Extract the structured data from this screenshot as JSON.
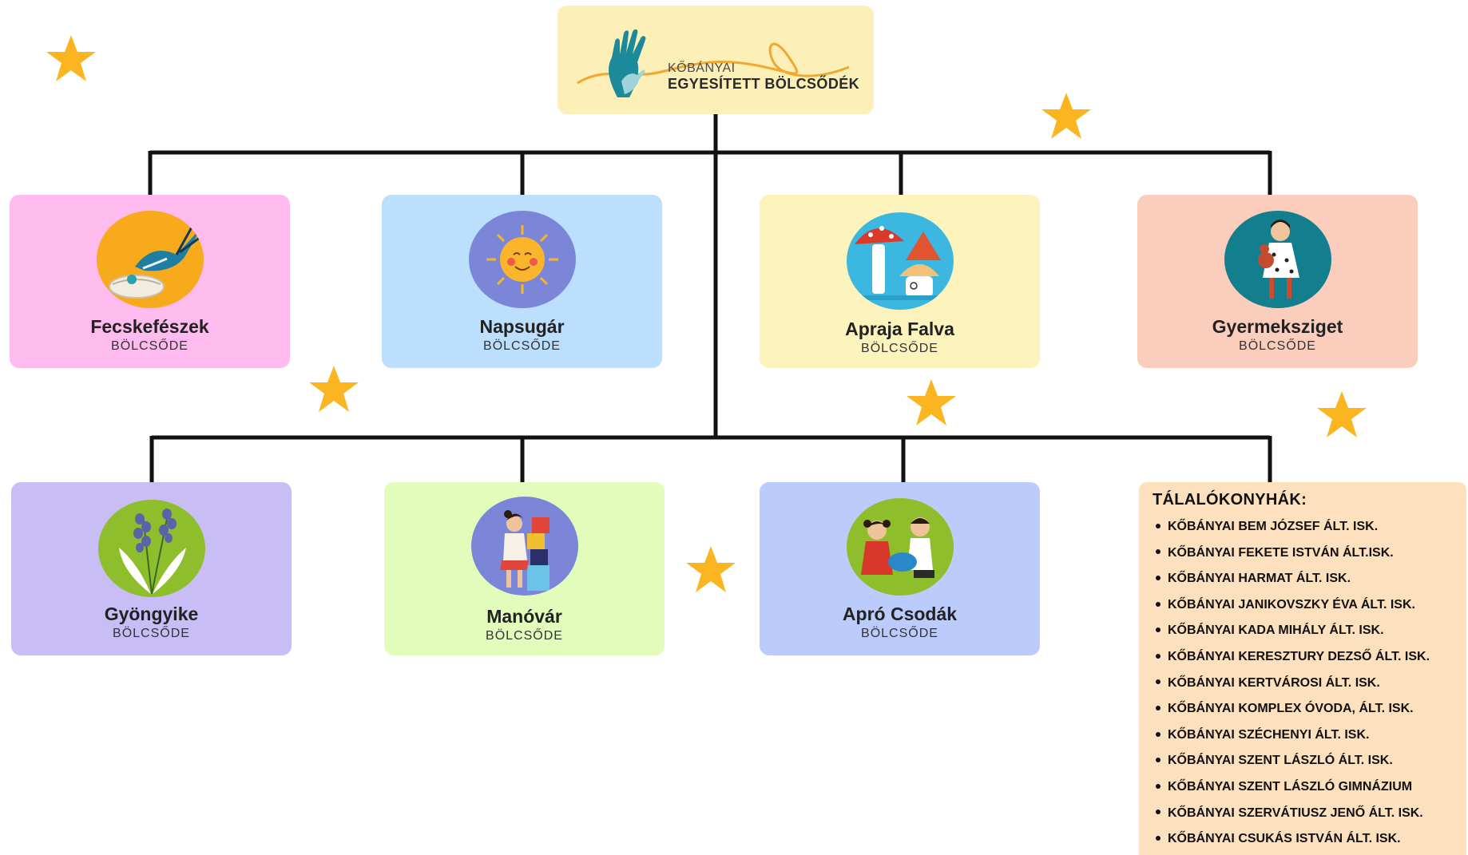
{
  "org": {
    "name_line1": "KŐBÁNYAI",
    "name_line2": "EGYESÍTETT BÖLCSŐDÉK"
  },
  "nurseries": [
    {
      "name": "Fecskefészek",
      "type": "BÖLCSŐDE",
      "color": "#fdbbee",
      "emblem": "swallow-nest-icon"
    },
    {
      "name": "Napsugár",
      "type": "BÖLCSŐDE",
      "color": "#bcdffd",
      "emblem": "sun-icon"
    },
    {
      "name": "Apraja Falva",
      "type": "BÖLCSŐDE",
      "color": "#fcf4bc",
      "emblem": "mushroom-house-icon"
    },
    {
      "name": "Gyermeksziget",
      "type": "BÖLCSŐDE",
      "color": "#fbcdbd",
      "emblem": "child-teddy-icon"
    },
    {
      "name": "Gyöngyike",
      "type": "BÖLCSŐDE",
      "color": "#c8bdf5",
      "emblem": "lily-of-the-valley-icon"
    },
    {
      "name": "Manóvár",
      "type": "BÖLCSŐDE",
      "color": "#e2fcbc",
      "emblem": "child-blocks-icon"
    },
    {
      "name": "Apró Csodák",
      "type": "BÖLCSŐDE",
      "color": "#bbccfc",
      "emblem": "children-playing-icon"
    }
  ],
  "kitchens": {
    "title": "TÁLALÓKONYHÁK:",
    "items": [
      "KŐBÁNYAI BEM JÓZSEF ÁLT. ISK.",
      "KŐBÁNYAI FEKETE ISTVÁN ÁLT.ISK.",
      "KŐBÁNYAI HARMAT ÁLT. ISK.",
      "KŐBÁNYAI JANIKOVSZKY ÉVA ÁLT. ISK.",
      "KŐBÁNYAI KADA MIHÁLY ÁLT. ISK.",
      "KŐBÁNYAI KERESZTURY DEZSŐ ÁLT. ISK.",
      "KŐBÁNYAI KERTVÁROSI ÁLT. ISK.",
      "KŐBÁNYAI KOMPLEX ÓVODA, ÁLT. ISK.",
      "KŐBÁNYAI SZÉCHENYI ÁLT. ISK.",
      "KŐBÁNYAI SZENT LÁSZLÓ ÁLT. ISK.",
      "KŐBÁNYAI SZENT LÁSZLÓ GIMNÁZIUM",
      "KŐBÁNYAI SZERVÁTIUSZ JENŐ ÁLT. ISK.",
      "KŐBÁNYAI CSUKÁS ISTVÁN  ÁLT. ISK."
    ]
  },
  "colors": {
    "star": "#fbb520",
    "connector": "#111111",
    "root_bg": "#fcf0b8",
    "kitchen_bg": "#fde0bd",
    "logo_hand": "#1d8a9c",
    "logo_wave": "#f0a830"
  }
}
